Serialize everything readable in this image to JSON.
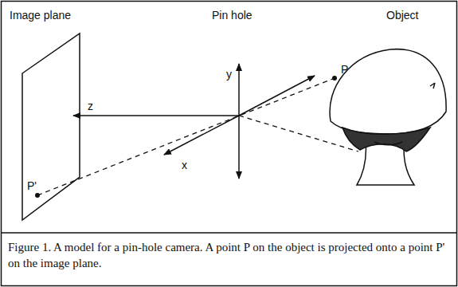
{
  "diagram": {
    "caption": "Figure 1. A model for a pin-hole camera. A point P on the object is projected onto a point P' on the image plane.",
    "labels": [
      "Image plane",
      "Pin hole",
      "Object",
      "y",
      "z",
      "x",
      "P",
      "P'"
    ]
  }
}
